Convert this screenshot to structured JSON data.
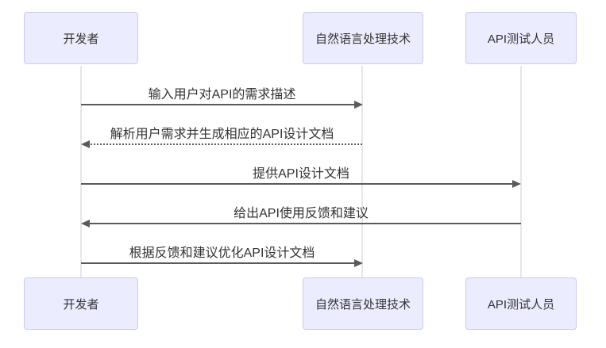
{
  "diagram": {
    "type": "sequence",
    "actors": [
      {
        "id": "developer",
        "label": "开发者"
      },
      {
        "id": "nlp",
        "label": "自然语言处理技术"
      },
      {
        "id": "api-tester",
        "label": "API测试人员"
      }
    ],
    "messages": [
      {
        "from": "developer",
        "to": "nlp",
        "text": "输入用户对API的需求描述",
        "line": "solid",
        "direction": "right"
      },
      {
        "from": "nlp",
        "to": "developer",
        "text": "解析用户需求并生成相应的API设计文档",
        "line": "dotted",
        "direction": "left"
      },
      {
        "from": "developer",
        "to": "api-tester",
        "text": "提供API设计文档",
        "line": "solid",
        "direction": "right"
      },
      {
        "from": "api-tester",
        "to": "developer",
        "text": "给出API使用反馈和建议",
        "line": "solid",
        "direction": "left"
      },
      {
        "from": "developer",
        "to": "nlp",
        "text": "根据反馈和建议优化API设计文档",
        "line": "solid",
        "direction": "right"
      }
    ],
    "colors": {
      "actor_fill": "#ECECFF",
      "actor_border": "#c9c9f2",
      "message_line": "#5a5a5a",
      "lifeline": "#e6e6e6",
      "text": "#333333",
      "background": "#ffffff"
    }
  }
}
